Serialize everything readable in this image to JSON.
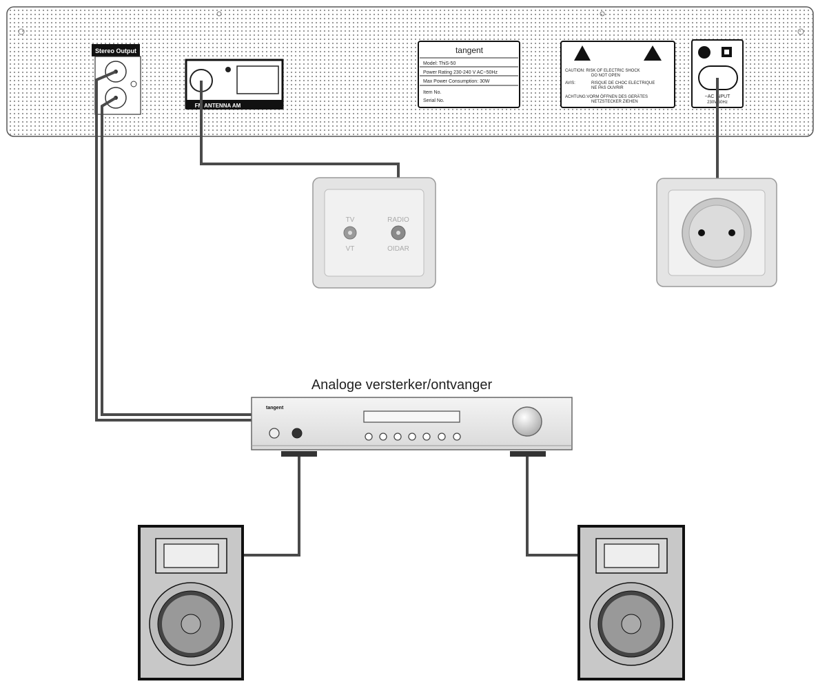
{
  "title": "Analoge versterker/ontvanger",
  "panel": {
    "stereo_output_label": "Stereo Output",
    "antenna_label": "FM ANTENNA AM",
    "rating_label": {
      "brand": "tangent",
      "model": "Model: ThiS-50",
      "power_rating": "Power Rating 230-240 V AC~50Hz",
      "max_power": "Max Power Consumption: 30W",
      "item_no": "Item No.",
      "serial_no": "Serial No."
    },
    "warning_label": {
      "caution": "CAUTION: RISK OF ELECTRIC SHOCK",
      "caution_2": "DO NOT OPEN",
      "avis": "AVIS:",
      "avis_text": "RISQUE DE CHOC ELECTRIQUE",
      "avis_text_2": "NE PAS OUVRIR",
      "achtung": "ACHTUNG:VORM ÖFFNEN DES GERÄTES",
      "achtung_2": "NETZSTECKER ZIEHEN"
    },
    "ac_input_label": "~AC INPUT",
    "ac_input_rating": "230V 50Hz"
  },
  "wall_antenna": {
    "tv_label": "TV",
    "radio_label": "RADIO",
    "tv_mirror": "VT",
    "radio_mirror": "OIDAR"
  },
  "amplifier": {
    "brand": "tangent"
  },
  "colors": {
    "cable": "#4a4a4a",
    "panel_dots": "#9a9a9a",
    "speaker_body": "#c8c8c8",
    "wall_plate": "#e4e4e4"
  }
}
